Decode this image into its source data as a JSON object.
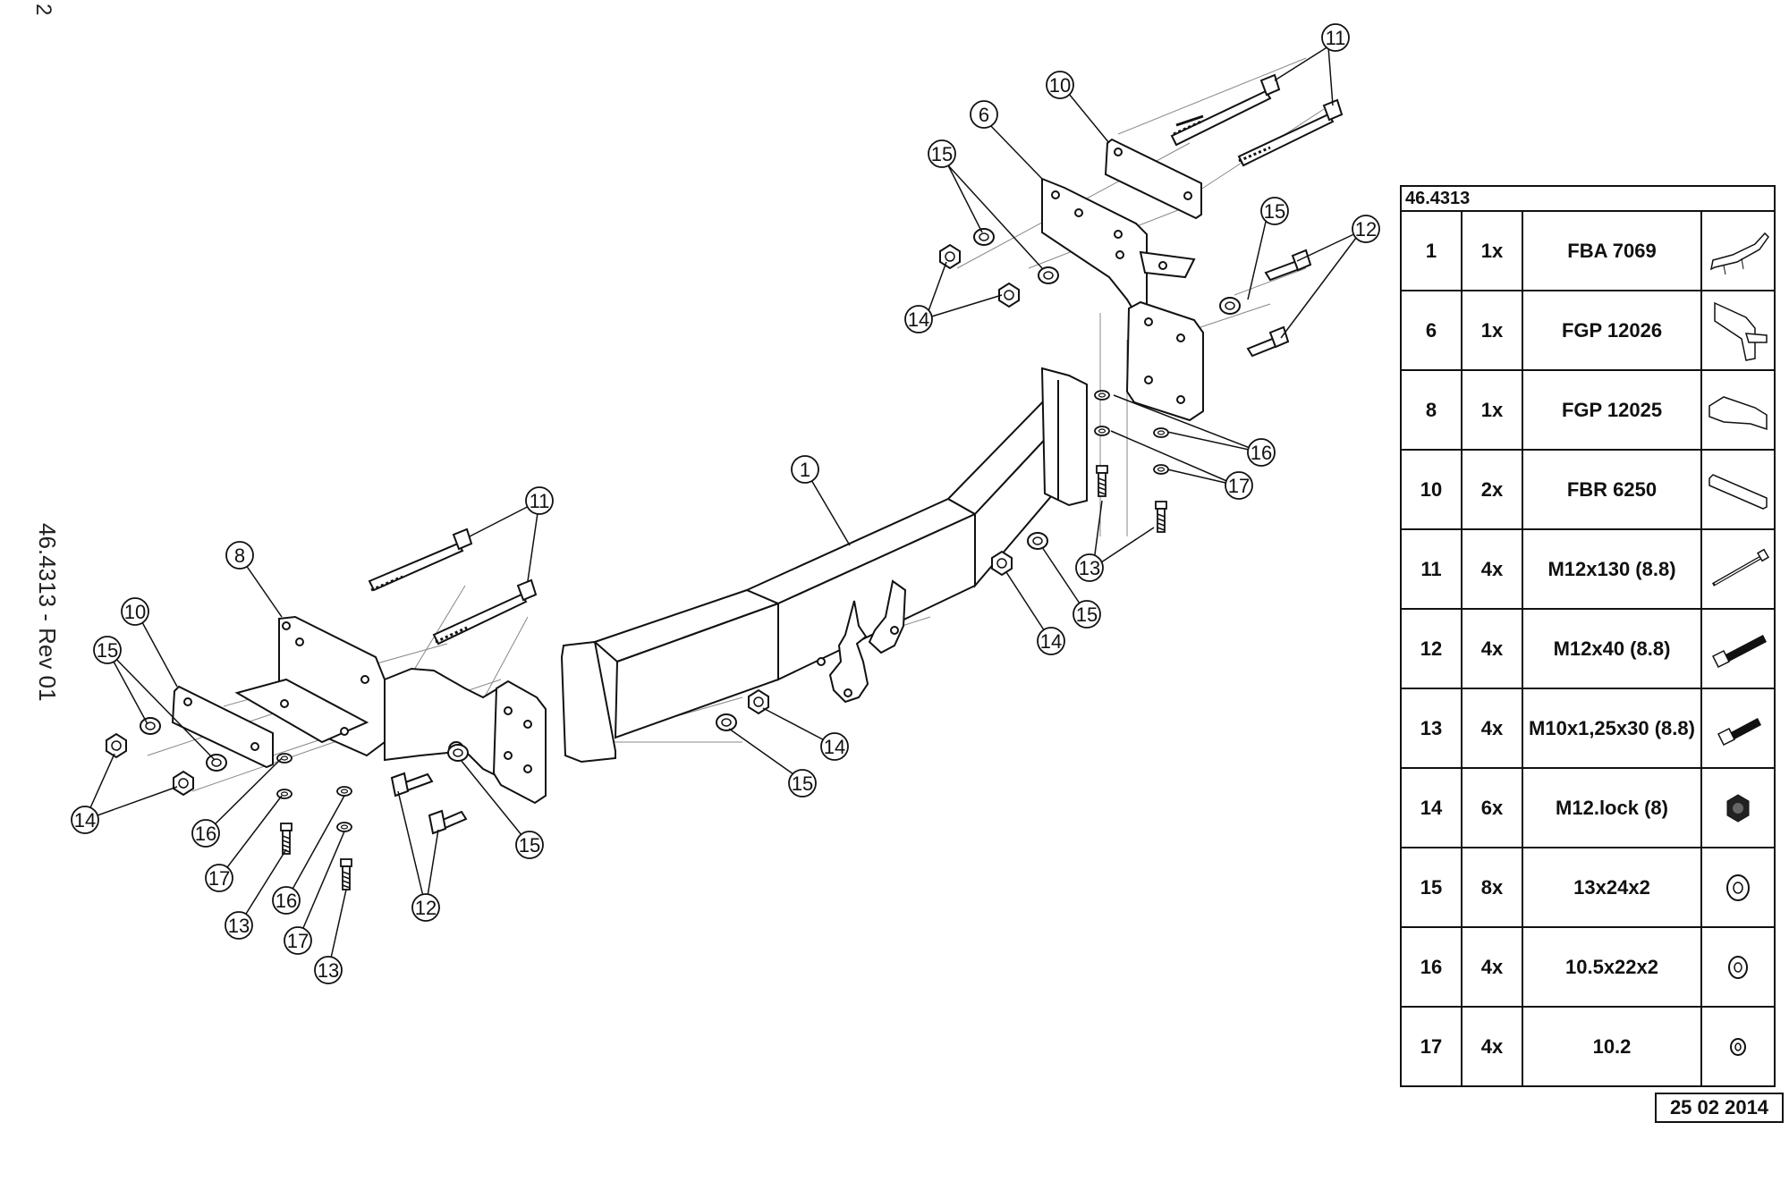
{
  "page_number": "2",
  "document_ref": "46.4313 - Rev 01",
  "table": {
    "header": "46.4313",
    "rows": [
      {
        "pos": "1",
        "qty": "1x",
        "code": "FBA 7069",
        "icon": "tow-bar-crossbeam-icon"
      },
      {
        "pos": "6",
        "qty": "1x",
        "code": "FGP 12026",
        "icon": "right-bracket-icon"
      },
      {
        "pos": "8",
        "qty": "1x",
        "code": "FGP 12025",
        "icon": "left-bracket-icon"
      },
      {
        "pos": "10",
        "qty": "2x",
        "code": "FBR 6250",
        "icon": "backing-plate-icon"
      },
      {
        "pos": "11",
        "qty": "4x",
        "code": "M12x130 (8.8)",
        "icon": "long-bolt-icon"
      },
      {
        "pos": "12",
        "qty": "4x",
        "code": "M12x40 (8.8)",
        "icon": "bolt-icon"
      },
      {
        "pos": "13",
        "qty": "4x",
        "code": "M10x1,25x30 (8.8)",
        "icon": "short-bolt-icon"
      },
      {
        "pos": "14",
        "qty": "6x",
        "code": "M12.lock (8)",
        "icon": "lock-nut-icon"
      },
      {
        "pos": "15",
        "qty": "8x",
        "code": "13x24x2",
        "icon": "washer-icon"
      },
      {
        "pos": "16",
        "qty": "4x",
        "code": "10.5x22x2",
        "icon": "washer-icon"
      },
      {
        "pos": "17",
        "qty": "4x",
        "code": "10.2",
        "icon": "spring-washer-icon"
      }
    ],
    "date": "25 02 2014"
  },
  "callouts": [
    {
      "id": "c11a",
      "label": "11"
    },
    {
      "id": "c10a",
      "label": "10"
    },
    {
      "id": "c6",
      "label": "6"
    },
    {
      "id": "c15a",
      "label": "15"
    },
    {
      "id": "c15b",
      "label": "15"
    },
    {
      "id": "c12a",
      "label": "12"
    },
    {
      "id": "c14a",
      "label": "14"
    },
    {
      "id": "c16a",
      "label": "16"
    },
    {
      "id": "c17a",
      "label": "17"
    },
    {
      "id": "c1",
      "label": "1"
    },
    {
      "id": "c13a",
      "label": "13"
    },
    {
      "id": "c15c",
      "label": "15"
    },
    {
      "id": "c14b",
      "label": "14"
    },
    {
      "id": "c14c",
      "label": "14"
    },
    {
      "id": "c15d",
      "label": "15"
    },
    {
      "id": "c11b",
      "label": "11"
    },
    {
      "id": "c8",
      "label": "8"
    },
    {
      "id": "c10b",
      "label": "10"
    },
    {
      "id": "c15e",
      "label": "15"
    },
    {
      "id": "c14d",
      "label": "14"
    },
    {
      "id": "c16b",
      "label": "16"
    },
    {
      "id": "c17b",
      "label": "17"
    },
    {
      "id": "c13b",
      "label": "13"
    },
    {
      "id": "c16c",
      "label": "16"
    },
    {
      "id": "c17c",
      "label": "17"
    },
    {
      "id": "c13c",
      "label": "13"
    },
    {
      "id": "c12b",
      "label": "12"
    },
    {
      "id": "c15f",
      "label": "15"
    }
  ]
}
